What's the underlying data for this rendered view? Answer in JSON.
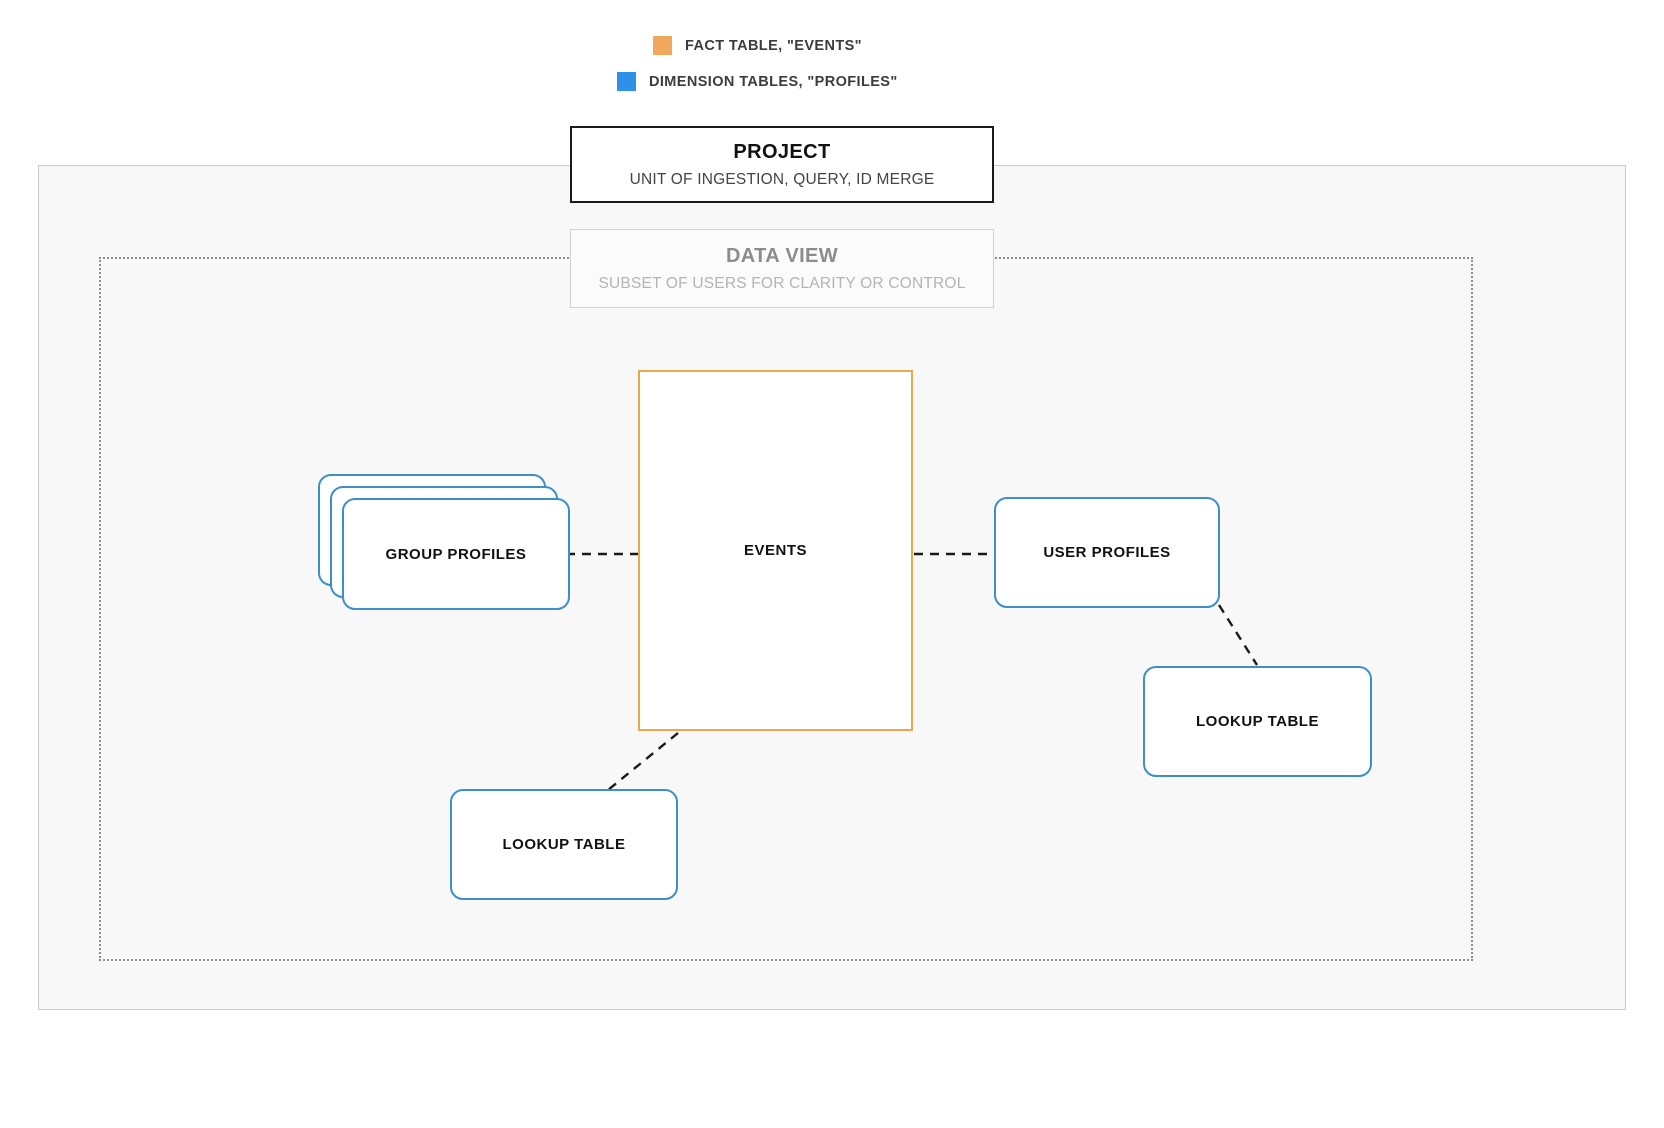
{
  "legend": {
    "items": [
      {
        "label": "FACT TABLE, \"EVENTS\"",
        "color": "#f0a95c",
        "icon": "orange-square-swatch"
      },
      {
        "label": "DIMENSION TABLES, \"PROFILES\"",
        "color": "#2e90e8",
        "icon": "blue-square-swatch"
      }
    ]
  },
  "project": {
    "title": "PROJECT",
    "subtitle": "UNIT OF INGESTION, QUERY, ID MERGE"
  },
  "data_view": {
    "title": "DATA VIEW",
    "subtitle": "SUBSET OF USERS FOR CLARITY OR CONTROL"
  },
  "nodes": {
    "events": {
      "label": "EVENTS",
      "type": "fact-table",
      "color": "#e8a84e"
    },
    "group_profiles": {
      "label": "GROUP PROFILES",
      "type": "dimension-table-stack",
      "color": "#3d8ec9",
      "stack_count": 3
    },
    "user_profiles": {
      "label": "USER PROFILES",
      "type": "dimension-table",
      "color": "#3d8ec9"
    },
    "lookup_table_left": {
      "label": "LOOKUP TABLE",
      "type": "dimension-table",
      "color": "#3d8ec9"
    },
    "lookup_table_right": {
      "label": "LOOKUP TABLE",
      "type": "dimension-table",
      "color": "#3d8ec9"
    }
  },
  "connections": [
    {
      "from": "group_profiles",
      "to": "events",
      "style": "dashed"
    },
    {
      "from": "events",
      "to": "user_profiles",
      "style": "dashed"
    },
    {
      "from": "events",
      "to": "lookup_table_left",
      "style": "dashed"
    },
    {
      "from": "user_profiles",
      "to": "lookup_table_right",
      "style": "dashed"
    }
  ],
  "colors": {
    "fact": "#e8a84e",
    "dimension": "#3d8ec9",
    "project_border": "#1a1a1a",
    "dataview_border": "#8d8d8d",
    "canvas": "#f8f8f8",
    "connector": "#1a1a1a"
  }
}
